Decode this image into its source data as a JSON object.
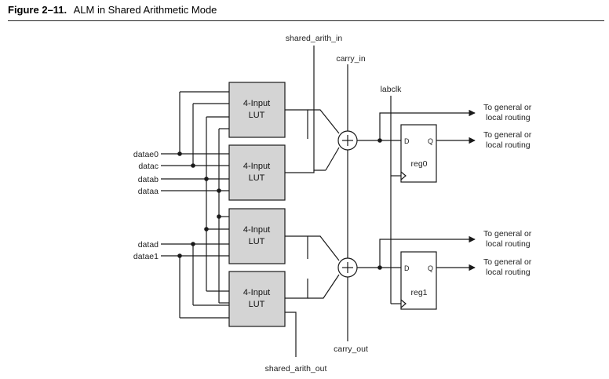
{
  "figure": {
    "number": "Figure 2–11.",
    "title": "ALM in Shared Arithmetic Mode"
  },
  "luts": [
    {
      "line1": "4-Input",
      "line2": "LUT"
    },
    {
      "line1": "4-Input",
      "line2": "LUT"
    },
    {
      "line1": "4-Input",
      "line2": "LUT"
    },
    {
      "line1": "4-Input",
      "line2": "LUT"
    }
  ],
  "inputs": {
    "datae0": "datae0",
    "datac": "datac",
    "datab": "datab",
    "dataa": "dataa",
    "datad": "datad",
    "datae1": "datae1"
  },
  "signals": {
    "shared_arith_in": "shared_arith_in",
    "carry_in": "carry_in",
    "labclk": "labclk",
    "carry_out": "carry_out",
    "shared_arith_out": "shared_arith_out"
  },
  "registers": [
    {
      "name": "reg0",
      "d": "D",
      "q": "Q"
    },
    {
      "name": "reg1",
      "d": "D",
      "q": "Q"
    }
  ],
  "outputs": [
    {
      "line1": "To general or",
      "line2": "local routing"
    },
    {
      "line1": "To general or",
      "line2": "local routing"
    },
    {
      "line1": "To general or",
      "line2": "local routing"
    },
    {
      "line1": "To general or",
      "line2": "local routing"
    }
  ]
}
